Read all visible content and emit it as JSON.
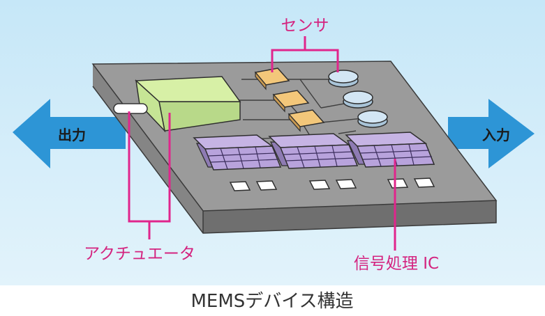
{
  "labels": {
    "sensor": "センサ",
    "output": "出力",
    "input": "入力",
    "actuator": "アクチュエータ",
    "signal_ic": "信号処理 IC",
    "caption": "MEMSデバイス構造"
  },
  "colors": {
    "background_top": "#c9e9f9",
    "background_bottom": "#dff1fb",
    "arrow": "#2d95d6",
    "accent_lines": "#e0258c",
    "board_top": "#9a9a9a",
    "board_side": "#7e7e7e",
    "actuator_block": "#d6f0a4",
    "sensor_chip": "#f2c87a",
    "sensor_dome": "#cfe3f2",
    "ic_chip": "#c9b6e6",
    "pads": "#ffffff",
    "caption_text": "#333333",
    "label_text": "#d4237f"
  }
}
